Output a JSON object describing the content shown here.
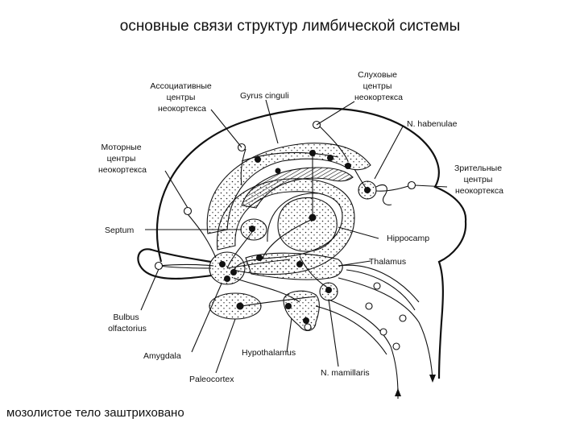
{
  "title": "основные связи структур лимбической системы",
  "caption": "мозолистое тело заштриховано",
  "labels": {
    "assoc": [
      "Ассоциативные",
      "центры",
      "неокортекса"
    ],
    "gyrus": "Gyrus cinguli",
    "auditory": [
      "Слуховые",
      "центры",
      "неокортекса"
    ],
    "habenulae": "N. habenulae",
    "motor": [
      "Моторные",
      "центры",
      "неокортекса"
    ],
    "visual": [
      "Зрительные",
      "центры",
      "неокортекса"
    ],
    "septum": "Septum",
    "hippocamp": "Hippocamp",
    "thalamus": "Thalamus",
    "bulbus": [
      "Bulbus",
      "olfactorius"
    ],
    "amygdala": "Amygdala",
    "hypothalamus": "Hypothalamus",
    "paleocortex": "Paleocortex",
    "mamillaris": "N. mamillaris"
  }
}
